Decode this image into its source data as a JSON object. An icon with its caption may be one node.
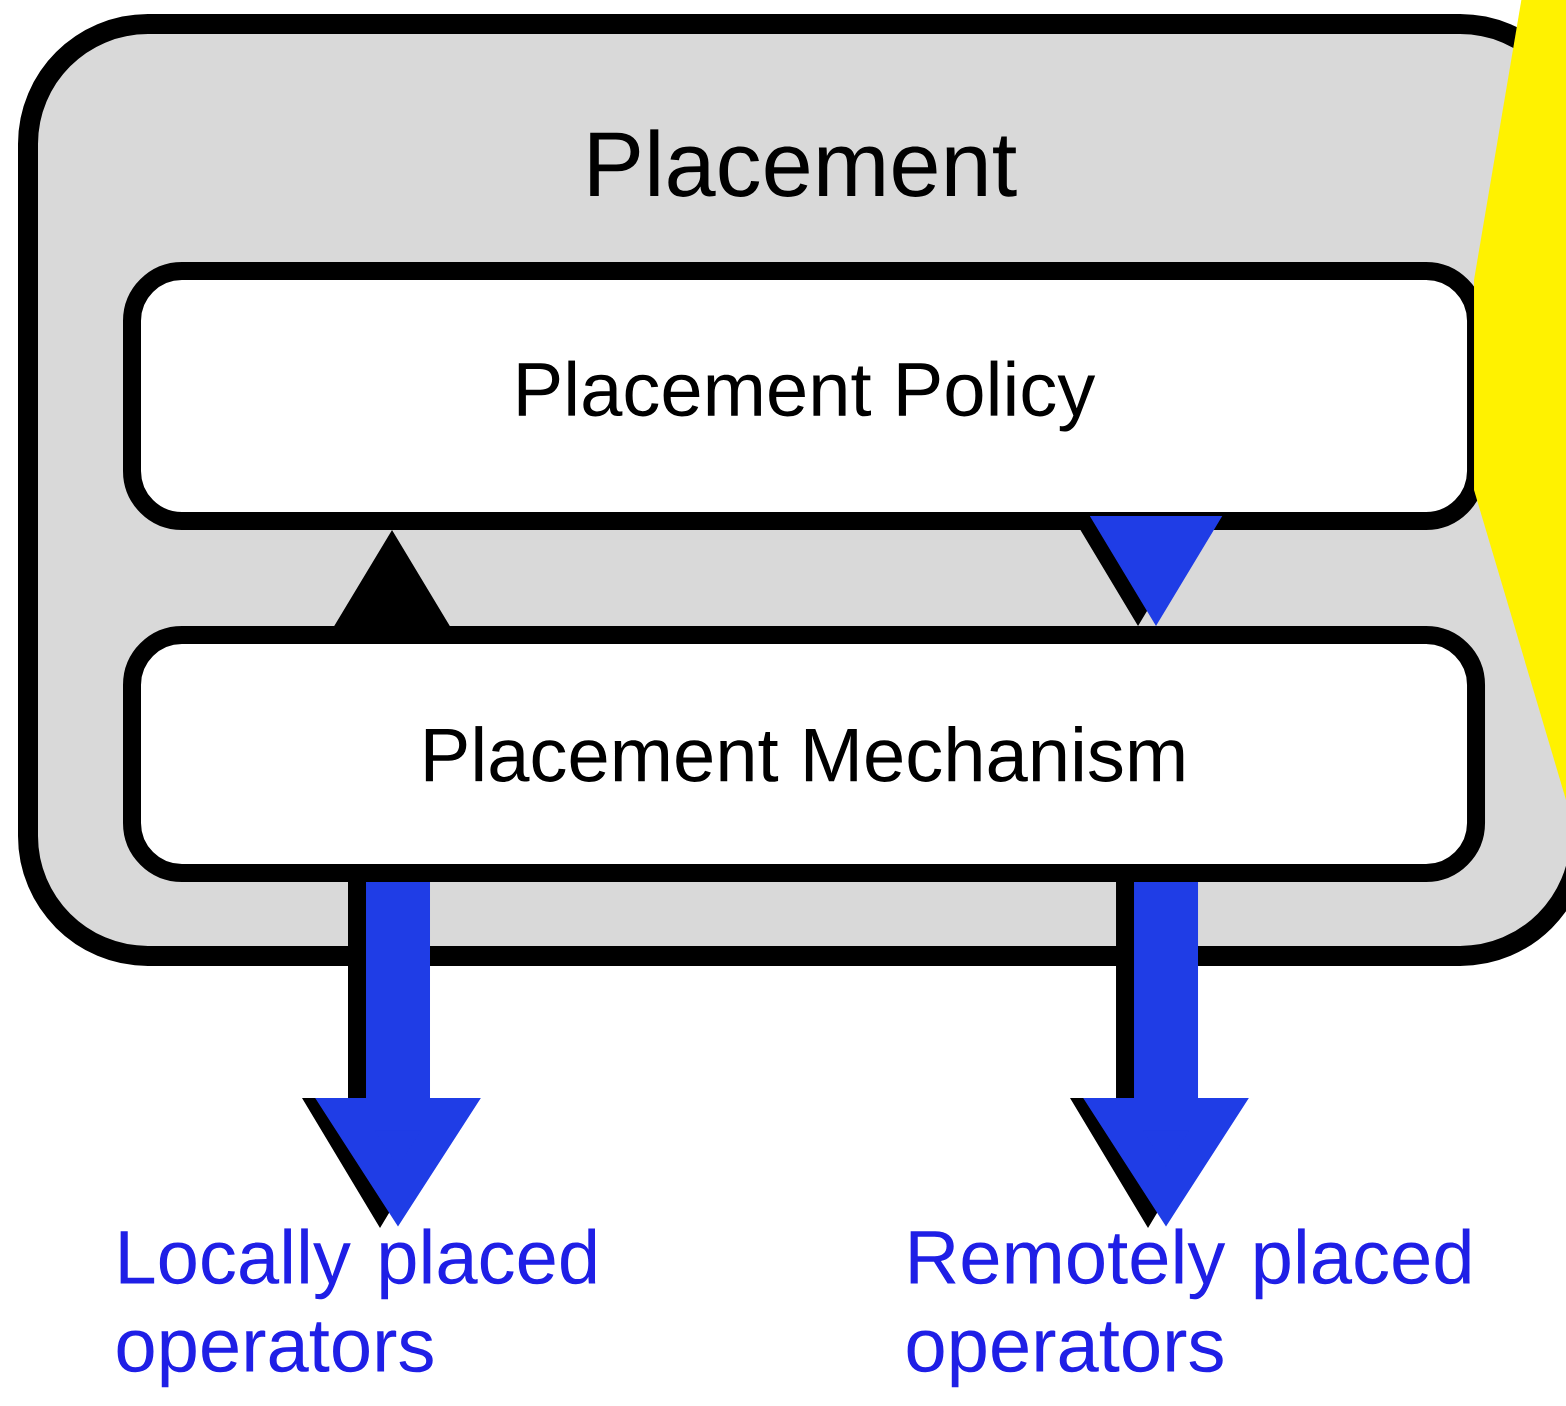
{
  "diagram": {
    "nodes": [
      {
        "text": [
          "Placement"
        ]
      },
      {
        "text": [
          "Placement Policy"
        ],
        "in": 0
      },
      {
        "text": [
          "Placement Mechanism"
        ],
        "in": 0
      },
      {
        "text": [
          "Locally placed operators"
        ]
      },
      {
        "text": [
          "Remotely placed operators"
        ]
      }
    ],
    "edges": [
      {
        "from": 2,
        "to": 1,
        "arrow": "to"
      },
      {
        "from": 1,
        "to": 2,
        "arrow": "to",
        "color": "#1f3de6"
      },
      {
        "from": 2,
        "to": 3,
        "arrow": "to",
        "color": "#1f3de6"
      },
      {
        "from": 2,
        "to": 4,
        "arrow": "to",
        "color": "#1f3de6"
      }
    ]
  }
}
